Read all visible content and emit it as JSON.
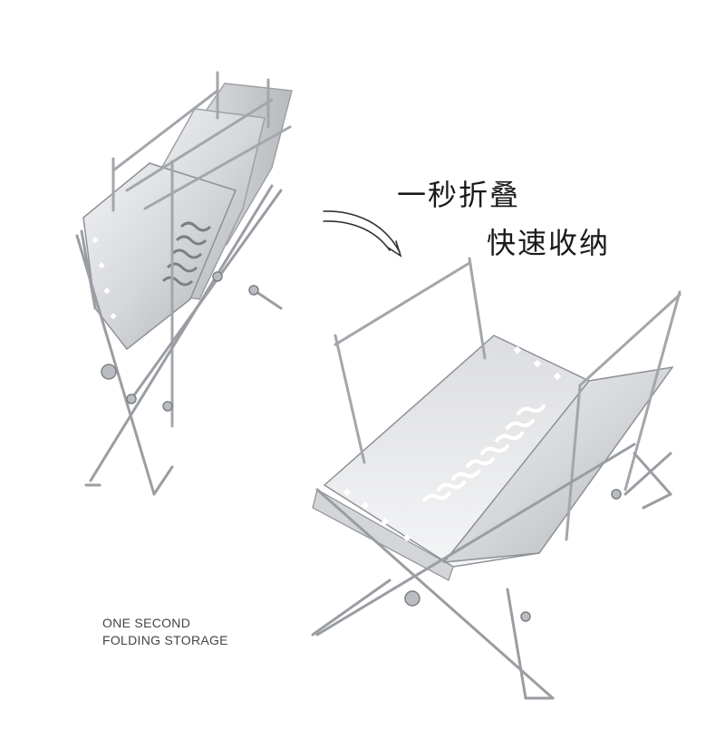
{
  "headline": {
    "line1": "一秒折叠",
    "line2": "快速收纳"
  },
  "caption": {
    "line1": "ONE SECOND",
    "line2": "FOLDING STORAGE"
  },
  "colors": {
    "background": "#ffffff",
    "steel_light": "#e9eaec",
    "steel_mid": "#c9cbcf",
    "steel_dark": "#8e9196",
    "text": "#1a1a1a"
  }
}
